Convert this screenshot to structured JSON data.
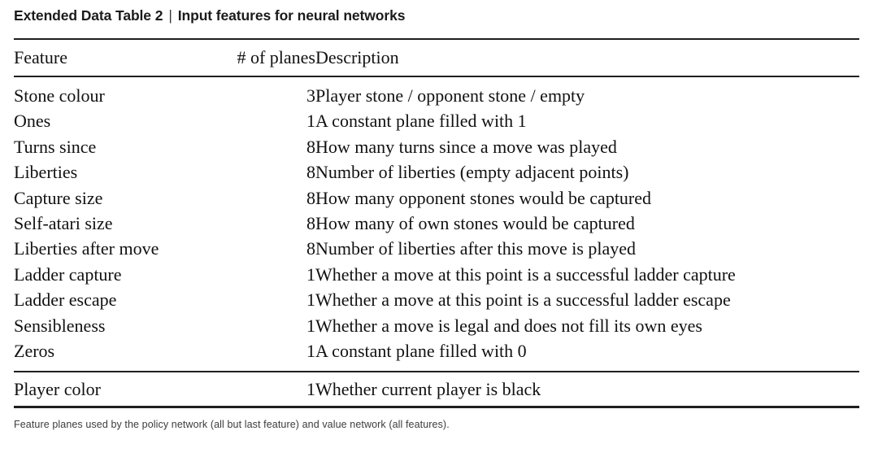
{
  "title": {
    "label": "Extended Data Table 2",
    "separator": "|",
    "subtitle": "Input features for neural networks"
  },
  "table": {
    "columns": {
      "feature": "Feature",
      "planes": "# of planes",
      "description": "Description"
    },
    "rows": [
      {
        "feature": "Stone colour",
        "planes": "3",
        "description": "Player stone / opponent stone / empty"
      },
      {
        "feature": "Ones",
        "planes": "1",
        "description": "A constant plane filled with 1"
      },
      {
        "feature": "Turns since",
        "planes": "8",
        "description": "How many turns since a move was played"
      },
      {
        "feature": "Liberties",
        "planes": "8",
        "description": "Number of liberties (empty adjacent points)"
      },
      {
        "feature": "Capture size",
        "planes": "8",
        "description": "How many opponent stones would be captured"
      },
      {
        "feature": "Self-atari size",
        "planes": "8",
        "description": "How many of own stones would be captured"
      },
      {
        "feature": "Liberties after move",
        "planes": "8",
        "description": "Number of liberties after this move is played"
      },
      {
        "feature": "Ladder capture",
        "planes": "1",
        "description": "Whether a move at this point is a successful ladder capture"
      },
      {
        "feature": "Ladder escape",
        "planes": "1",
        "description": "Whether a move at this point is a successful ladder escape"
      },
      {
        "feature": "Sensibleness",
        "planes": "1",
        "description": "Whether a move is legal and does not fill its own eyes"
      },
      {
        "feature": "Zeros",
        "planes": "1",
        "description": "A constant plane filled with 0"
      }
    ],
    "last_rows": [
      {
        "feature": "Player color",
        "planes": "1",
        "description": "Whether current player is black"
      }
    ]
  },
  "caption": "Feature planes used by the policy network (all but last feature) and value network (all features)."
}
